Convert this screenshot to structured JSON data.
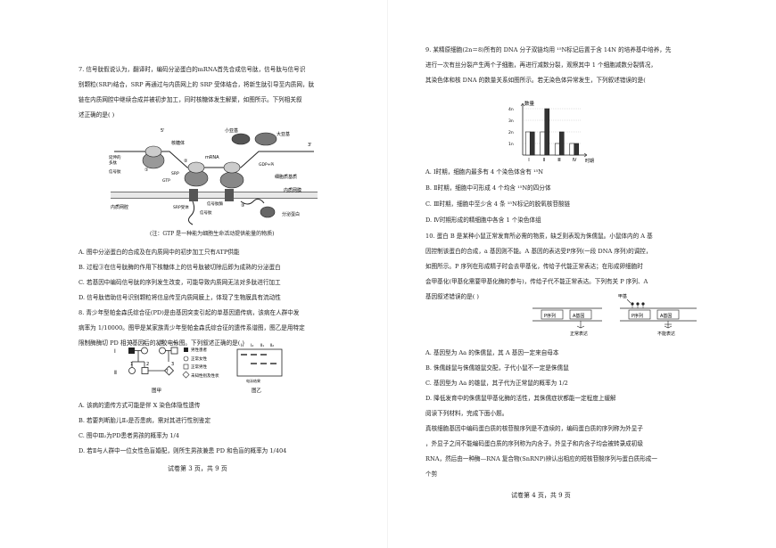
{
  "left_page": {
    "q7": {
      "lines": [
        "7. 信号肽假说认为，翻译时，编码分泌蛋白的mRNA首先合成信号肽，信号肽与信号识",
        "别颗粒(SRP)结合，SRP 再通过与内质网上的 SRP 受体结合，将新生肽引导至内质网，肽",
        "链在内质网腔中继续合成并被初步加工，同时核糖体发生解聚，如图所示。下列相关叙",
        "述正确的是(     )"
      ],
      "figure": {
        "labels": [
          "核糖体",
          "小亚基",
          "大亚基",
          "mRNA",
          "GTP",
          "GDP+Pi",
          "细胞质基质",
          "内质网膜",
          "内质网腔",
          "信号肽",
          "SRP",
          "SRP受体",
          "信号肽酶",
          "分泌蛋白",
          "5'",
          "3'",
          "延伸的多肽",
          "①",
          "②",
          "③"
        ],
        "note": "(注：GTP 是一种能为细胞生命活动提供能量的物质)"
      },
      "options": [
        "A. 图中分泌蛋白的合成及在内质网中的初步加工只有ATP供能",
        "B. 过程③在信号肽酶的作用下核糖体上的信号肽被切除后即为成熟的分泌蛋白",
        "C. 若基因中编码信号肽的序列发生改变，可能导致内质网无法对多肽进行加工",
        "D. 信号肽借助信号识别颗粒将信息传至内质网膜上，体现了生物膜具有流动性"
      ]
    },
    "q8": {
      "lines": [
        "8. 青少年型帕金森氏综合征(PD)是由基因突变引起的单基因遗传病，该病在人群中发",
        "病率为 1/10000。图甲是某家族青少年型帕金森氏综合征的遗传系谱图，图乙是用特定",
        "限制酶酶切 PD 相关基因后的凝胶电泳图。下列叙述正确的是(     )"
      ],
      "pedigree": {
        "gen1": "Ⅰ",
        "gen2": "Ⅱ",
        "nums1": [
          "1",
          "2",
          "3",
          "4"
        ],
        "nums2": [
          "1",
          "2",
          "3"
        ],
        "legend": [
          "男性患者",
          "正常女性",
          "正常男性",
          "未知性别及性状"
        ],
        "caption": "图甲"
      },
      "gel": {
        "lanes": [
          "Ⅰ₁",
          "Ⅰ₂",
          "Ⅱ₁",
          "Ⅱ₂"
        ],
        "band_label": "电泳结果",
        "caption": "图乙"
      },
      "options": [
        "A. 该病的遗传方式可能是伴 X 染色体隐性遗传",
        "B. 若要判断胎儿Ⅱ₃是否患病，需对其进行性别鉴定",
        "C. 图中Ⅲ₂为PD患者男孩的概率为 1/4",
        "D. 若Ⅱ与人群中一位女性色盲婚配，则所生男孩兼患 PD 和色盲的概率为 1/404"
      ]
    },
    "footer": "试卷第 3 页，共 9 页"
  },
  "right_page": {
    "q9": {
      "lines": [
        "9. 某精原细胞(2n＝8)所有的 DNA 分子双链均用 ¹⁵N标记后置于含 14N 的培养基中培养，先",
        "进行一次有丝分裂产生两个子细胞，再进行减数分裂，观察其中 1 个细胞减数分裂情况，",
        "其染色体和核 DNA 的数量关系如图所示。若无染色体异常发生，下列叙述错误的是(",
        "A. Ⅰ时期，细胞内最多有 4 个染色体含有 ¹⁵N",
        "B. Ⅱ时期，细胞中可形成 4 个均含 ¹⁵N的四分体",
        "C. Ⅲ时期，细胞中至少含 4 条 ¹⁵N标记的脱氧核苷酸链",
        "D. Ⅳ时期形成的精细胞中各含 1 个染色体组"
      ],
      "chart_data": {
        "type": "bar",
        "title": "",
        "ylabel": "数量",
        "xlabel": "时期",
        "categories": [
          "Ⅰ",
          "Ⅱ",
          "Ⅲ",
          "Ⅳ"
        ],
        "yticks": [
          "1n",
          "2n",
          "3n",
          "4n"
        ],
        "series": [
          {
            "values": [
              2,
              2,
              1,
              1
            ],
            "fill": "#ffffff"
          },
          {
            "values": [
              2,
              4,
              2,
              1
            ],
            "fill": "#333333"
          }
        ]
      }
    },
    "q10": {
      "lines": [
        "10. 蛋白 B 是某种小鼠正常发育所必需的物质，缺乏则表现为侏儒鼠。小鼠体内的 A 基",
        "因控制该蛋白的合成，a 基因则不能。A 基因的表达受P序列(一段 DNA 序列)的调控，",
        "如图所示。P 序列在形成精子时会去甲基化，传给子代能正常表达；在形成卵细胞时",
        "会甲基化(甲基化需要甲基化酶的参与)，传给子代不能正常表达。下列有关 P 序列、A",
        "基因叙述错误的是(     )"
      ],
      "figure": {
        "methyl": "甲基",
        "p_seq": "P序列",
        "a_gene": "A基因",
        "normal": "正常表达",
        "not": "不能表达"
      },
      "options": [
        "A. 基因型为 Aa 的侏儒鼠，其 A 基因一定来自母本",
        "B. 侏儒雌鼠与侏儒雄鼠交配，子代小鼠不一定是侏儒鼠",
        "C. 基因型为 Aa 的雄鼠，其子代为正常鼠的概率为 1/2",
        "D. 降低发育中的侏儒鼠甲基化酶的活性，其侏儒症状都能一定程度上缓解"
      ]
    },
    "reading": {
      "lines": [
        "阅读下列材料，完成下面小题。",
        "真核细胞基因中编码蛋白质的核苷酸序列是不连续的，编码蛋白质的序列称为外显子",
        "，外显子之间不能编码蛋白质的序列称为内含子。外显子和内含子均会被转录成初级",
        "RNA，然后由一种酶—RNA 复合物(SnRNP)辨认出相应的短核苷酸序列与蛋白质形成一",
        "个剪"
      ]
    },
    "footer": "试卷第 4 页，共 9 页"
  }
}
